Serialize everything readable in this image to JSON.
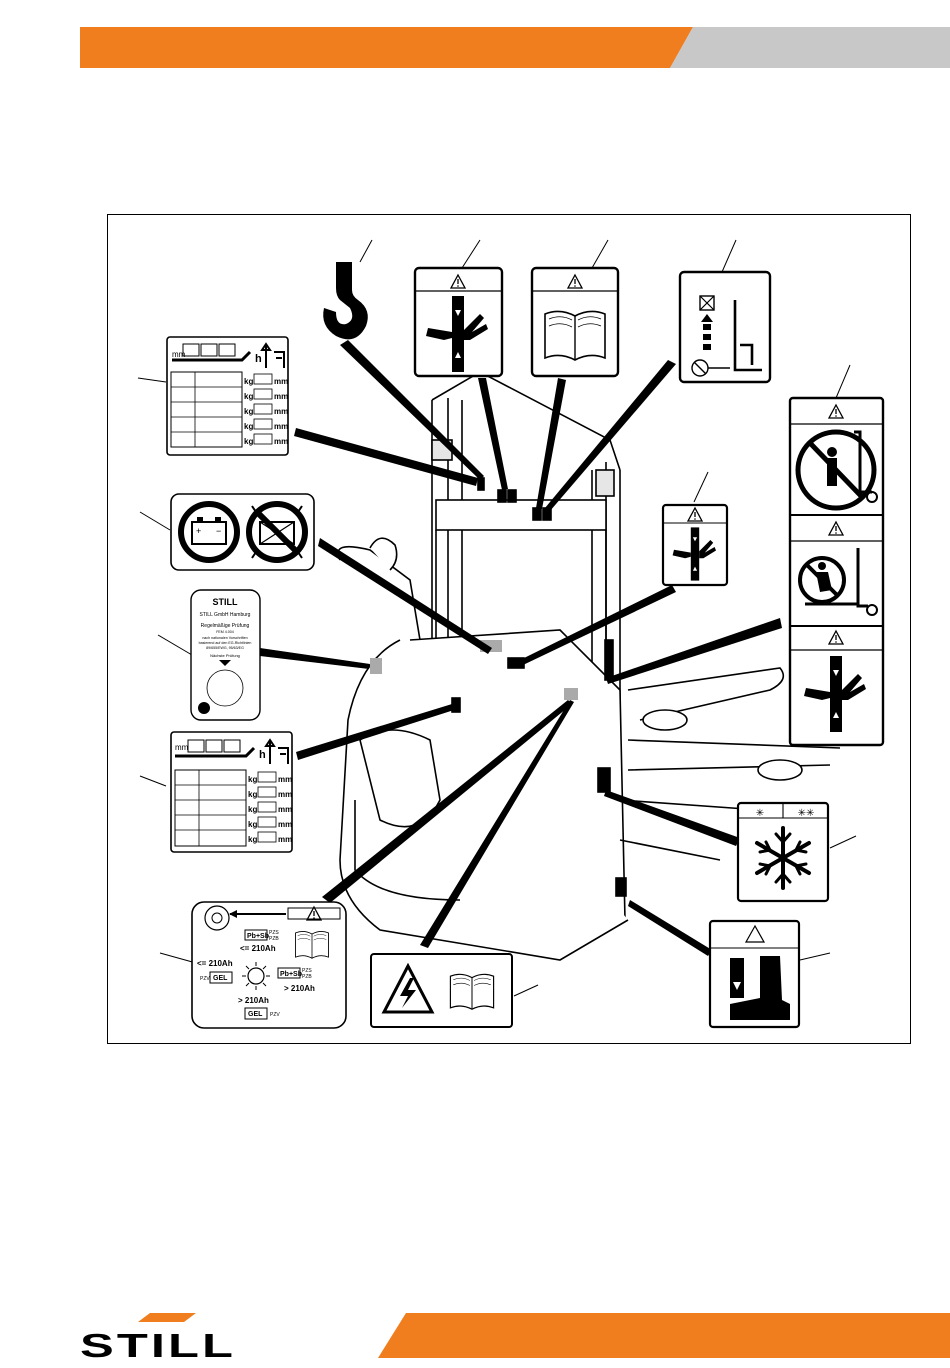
{
  "colors": {
    "accent": "#f07d1e",
    "header_grey": "#c8c8c8",
    "line": "#000000"
  },
  "load_chart_top": {
    "unit_mm": "mm",
    "unit_h": "h",
    "rows": [
      {
        "kg": "kg",
        "mm": "mm"
      },
      {
        "kg": "kg",
        "mm": "mm"
      },
      {
        "kg": "kg",
        "mm": "mm"
      },
      {
        "kg": "kg",
        "mm": "mm"
      },
      {
        "kg": "kg",
        "mm": "mm"
      }
    ]
  },
  "load_chart_bottom": {
    "unit_mm": "mm",
    "unit_h": "h",
    "rows": [
      {
        "kg": "kg",
        "mm": "mm"
      },
      {
        "kg": "kg",
        "mm": "mm"
      },
      {
        "kg": "kg",
        "mm": "mm"
      },
      {
        "kg": "kg",
        "mm": "mm"
      },
      {
        "kg": "kg",
        "mm": "mm"
      }
    ]
  },
  "inspection_label": {
    "brand": "STILL",
    "company": "STILL GmbH Hamburg",
    "title": "Regelmäßige Prüfung",
    "subtitle": "FEM 4.004",
    "line1": "nach nationalen Vorschriften",
    "line2": "basierend auf den EG-Richtlinien",
    "line3": "89/655/EWG, 95/63/EG",
    "next": "Nächste Prüfung"
  },
  "battery_label": {
    "le": "<= 210Ah",
    "le_left": "<= 210Ah",
    "gt_right": "> 210Ah",
    "gt_bottom": "> 210Ah",
    "pbsb": "Pb+Sb",
    "pzs": "PZS",
    "pzb": "PZB",
    "pzv": "PZV",
    "gel": "GEL"
  },
  "icons": [
    "crane-hook-icon",
    "hand-crush-warning-icon",
    "read-manual-icon",
    "load-capacity-icon",
    "no-person-under-mast-icon",
    "no-riding-icon",
    "battery-icon",
    "no-battery-icon",
    "freezer-snowflake-icon",
    "foot-crush-icon",
    "electrical-hazard-icon",
    "warning-triangle-icon"
  ],
  "footer": {
    "logo": "STILL"
  }
}
